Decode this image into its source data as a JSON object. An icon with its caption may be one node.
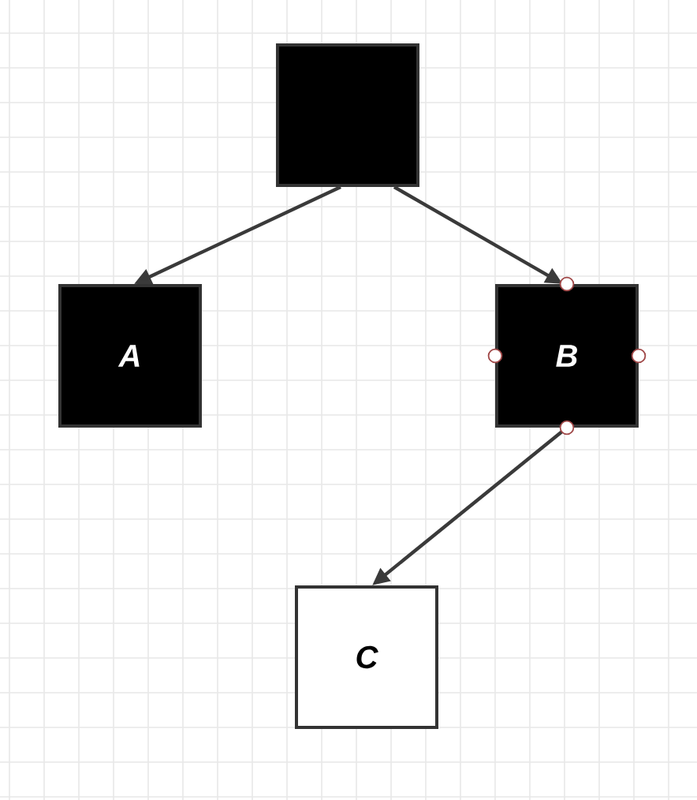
{
  "diagram": {
    "nodes": [
      {
        "text": [],
        "shape": "box"
      },
      {
        "text": [
          "A"
        ]
      },
      {
        "text": [
          "B"
        ]
      },
      {
        "text": [
          "C"
        ]
      }
    ],
    "edges": [
      {
        "from": 0,
        "to": 1,
        "arrow": "to"
      },
      {
        "from": 0,
        "to": 2,
        "arrow": "to"
      },
      {
        "from": 2,
        "to": 3,
        "arrow": "to"
      }
    ]
  }
}
